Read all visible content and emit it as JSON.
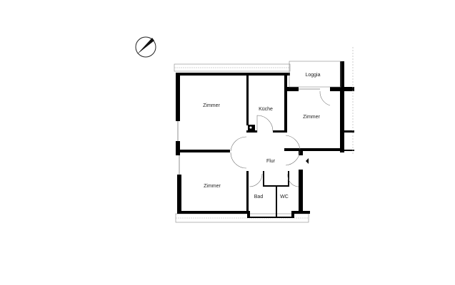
{
  "plan": {
    "type": "floor plan",
    "north_arrow": "compass-icon",
    "rooms": [
      {
        "id": "zimmer-1",
        "label": "Zimmer"
      },
      {
        "id": "kueche",
        "label": "Küche"
      },
      {
        "id": "zimmer-2",
        "label": "Zimmer"
      },
      {
        "id": "loggia",
        "label": "Loggia"
      },
      {
        "id": "flur",
        "label": "Flur"
      },
      {
        "id": "zimmer-3",
        "label": "Zimmer"
      },
      {
        "id": "bad",
        "label": "Bad"
      },
      {
        "id": "wc",
        "label": "WC"
      }
    ]
  }
}
